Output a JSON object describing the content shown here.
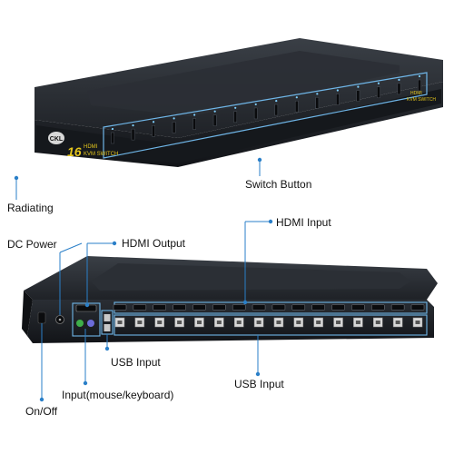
{
  "front_unit": {
    "brand_logo": "CKL",
    "model_badge": "16",
    "product_name_line1": "HDMI",
    "product_name_line2": "KVM SWITCH",
    "corner_label_line1": "HDMI",
    "corner_label_line2": "KVM SWITCH"
  },
  "rear_unit": {
    "port_count": 16
  },
  "callouts": {
    "radiating": "Radiating",
    "switch_button": "Switch Button",
    "dc_power": "DC Power",
    "hdmi_output": "HDMI Output",
    "hdmi_input": "HDMI Input",
    "usb_input_left": "USB Input",
    "input_mouse_keyboard": "Input(mouse/keyboard)",
    "usb_input_right": "USB Input",
    "on_off": "On/Off"
  },
  "colors": {
    "chassis": "#1c1f24",
    "chassis_top": "#2e3238",
    "callout_line": "#2a7fc8",
    "highlight_box": "#6fb6e8",
    "badge_yellow": "#e5c61c"
  },
  "icons": [
    "logo-icon",
    "power-switch-icon",
    "dc-jack-icon",
    "ps2-port-icon",
    "usb-port-icon",
    "hdmi-port-icon"
  ]
}
